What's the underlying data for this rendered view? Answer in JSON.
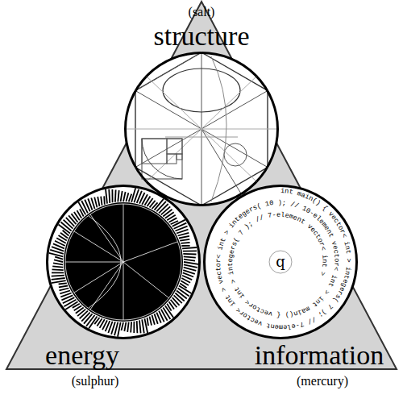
{
  "diagram": {
    "nodes": [
      {
        "text": [
          "(salt)",
          "structure"
        ]
      },
      {
        "text": [
          "energy",
          "(sulphur)"
        ]
      },
      {
        "text": [
          "information",
          "(mercury)"
        ]
      }
    ],
    "labels": [
      "q",
      "int main() { vector< int > integers( 7 ); // 7-element vector< int > vector< int > integers( 10 ); // 10-element vector< int > int main() { vector< int > integers( 7 ); // 7-element vector< int >"
    ]
  }
}
